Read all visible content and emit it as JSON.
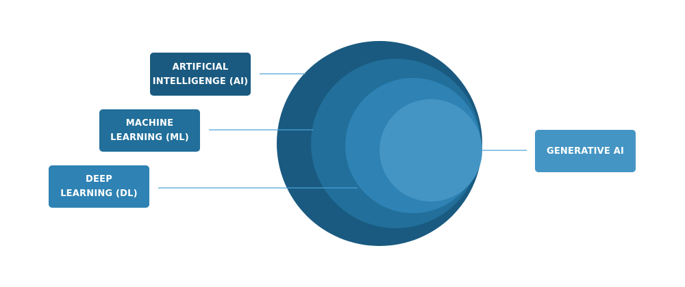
{
  "colors": {
    "ai": "#1a5a80",
    "ml": "#216f9a",
    "dl": "#2e82b4",
    "genai": "#4495c4",
    "connector": "#4aa3d8"
  },
  "labels": {
    "ai": {
      "line1": "ARTIFICIAL",
      "line2": "INTELLIGENGE (AI)"
    },
    "ml": {
      "line1": "MACHINE",
      "line2": "LEARNING (ML)"
    },
    "dl": {
      "line1": "DEEP",
      "line2": "LEARNING (DL)"
    },
    "genai": {
      "line1": "GENERATIVE AI"
    }
  }
}
